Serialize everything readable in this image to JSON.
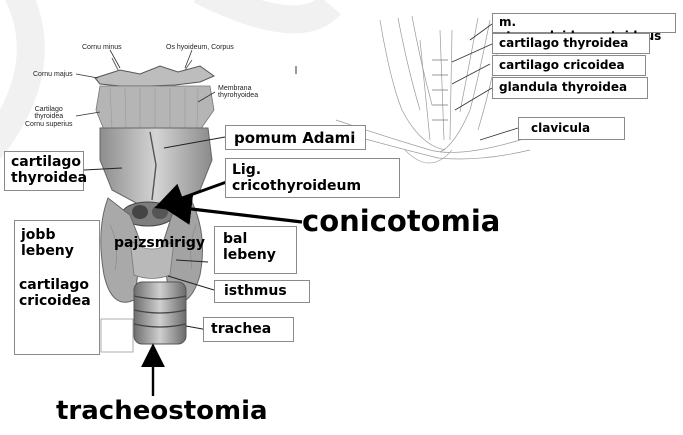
{
  "labels": {
    "cornu_minus": "Cornu minus",
    "os_hyoideum": "Os hyoideum, Corpus",
    "cornu_majus": "Cornu majus",
    "membrana_thyrohyoidea": "Membrana\nthyrohyoidea",
    "cartilago_thyroidea_small": "Cartilago\nthyroidea\nCornu superius",
    "pomum_adami": "pomum Adami",
    "cartilago_thyroidea": "cartilago\nthyroidea",
    "lig_cricothyroideum": "Lig.\ncricothyroideum",
    "conicotomia": "conicotomia",
    "jobb_lebeny": "jobb\nlebeny",
    "pajzsmirigy": "pajzsmirigy",
    "bal_lebeny": "bal\nlebeny",
    "cartilago_cricoidea_left": "cartilago\ncricoidea",
    "isthmus": "isthmus",
    "trachea": "trachea",
    "tracheostomia": "tracheostomia",
    "sternocleidomastoideus": "m. sternocleidomastoideus",
    "cartilago_thyroidea_right": "cartilago thyroidea",
    "cartilago_cricoidea_right": "cartilago cricoidea",
    "glandula_thyroidea": "glandula thyroidea",
    "clavicula": "clavicula"
  },
  "colors": {
    "accent_line": "#000000",
    "box_border": "#8a8a8a",
    "watermark": "#f1f1f1"
  }
}
